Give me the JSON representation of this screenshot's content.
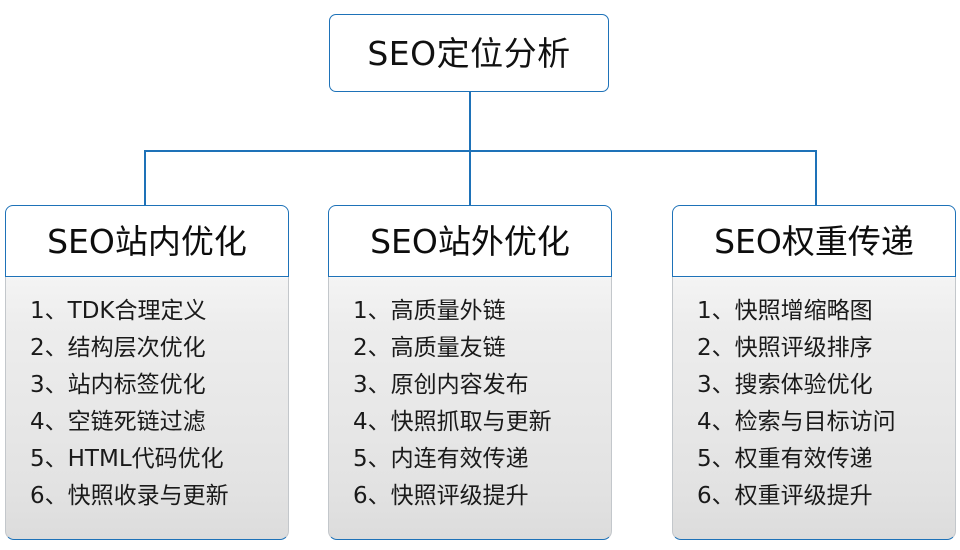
{
  "diagram": {
    "type": "organization-tree",
    "accent_color": "#1e72b8",
    "body_background": "#e7e7e7",
    "root": {
      "label": "SEO定位分析"
    },
    "columns": [
      {
        "id": "on-site",
        "header": "SEO站内优化",
        "items": [
          {
            "index": "1、",
            "text": "TDK合理定义"
          },
          {
            "index": "2、",
            "text": "结构层次优化"
          },
          {
            "index": "3、",
            "text": "站内标签优化"
          },
          {
            "index": "4、",
            "text": "空链死链过滤"
          },
          {
            "index": "5、",
            "text": "HTML代码优化"
          },
          {
            "index": "6、",
            "text": "快照收录与更新"
          }
        ]
      },
      {
        "id": "off-site",
        "header": "SEO站外优化",
        "items": [
          {
            "index": "1、",
            "text": "高质量外链"
          },
          {
            "index": "2、",
            "text": "高质量友链"
          },
          {
            "index": "3、",
            "text": "原创内容发布"
          },
          {
            "index": "4、",
            "text": "快照抓取与更新"
          },
          {
            "index": "5、",
            "text": "内连有效传递"
          },
          {
            "index": "6、",
            "text": "快照评级提升"
          }
        ]
      },
      {
        "id": "weight-transfer",
        "header": "SEO权重传递",
        "items": [
          {
            "index": "1、",
            "text": "快照增缩略图"
          },
          {
            "index": "2、",
            "text": "快照评级排序"
          },
          {
            "index": "3、",
            "text": "搜索体验优化"
          },
          {
            "index": "4、",
            "text": "检索与目标访问"
          },
          {
            "index": "5、",
            "text": "权重有效传递"
          },
          {
            "index": "6、",
            "text": "权重评级提升"
          }
        ]
      }
    ]
  }
}
